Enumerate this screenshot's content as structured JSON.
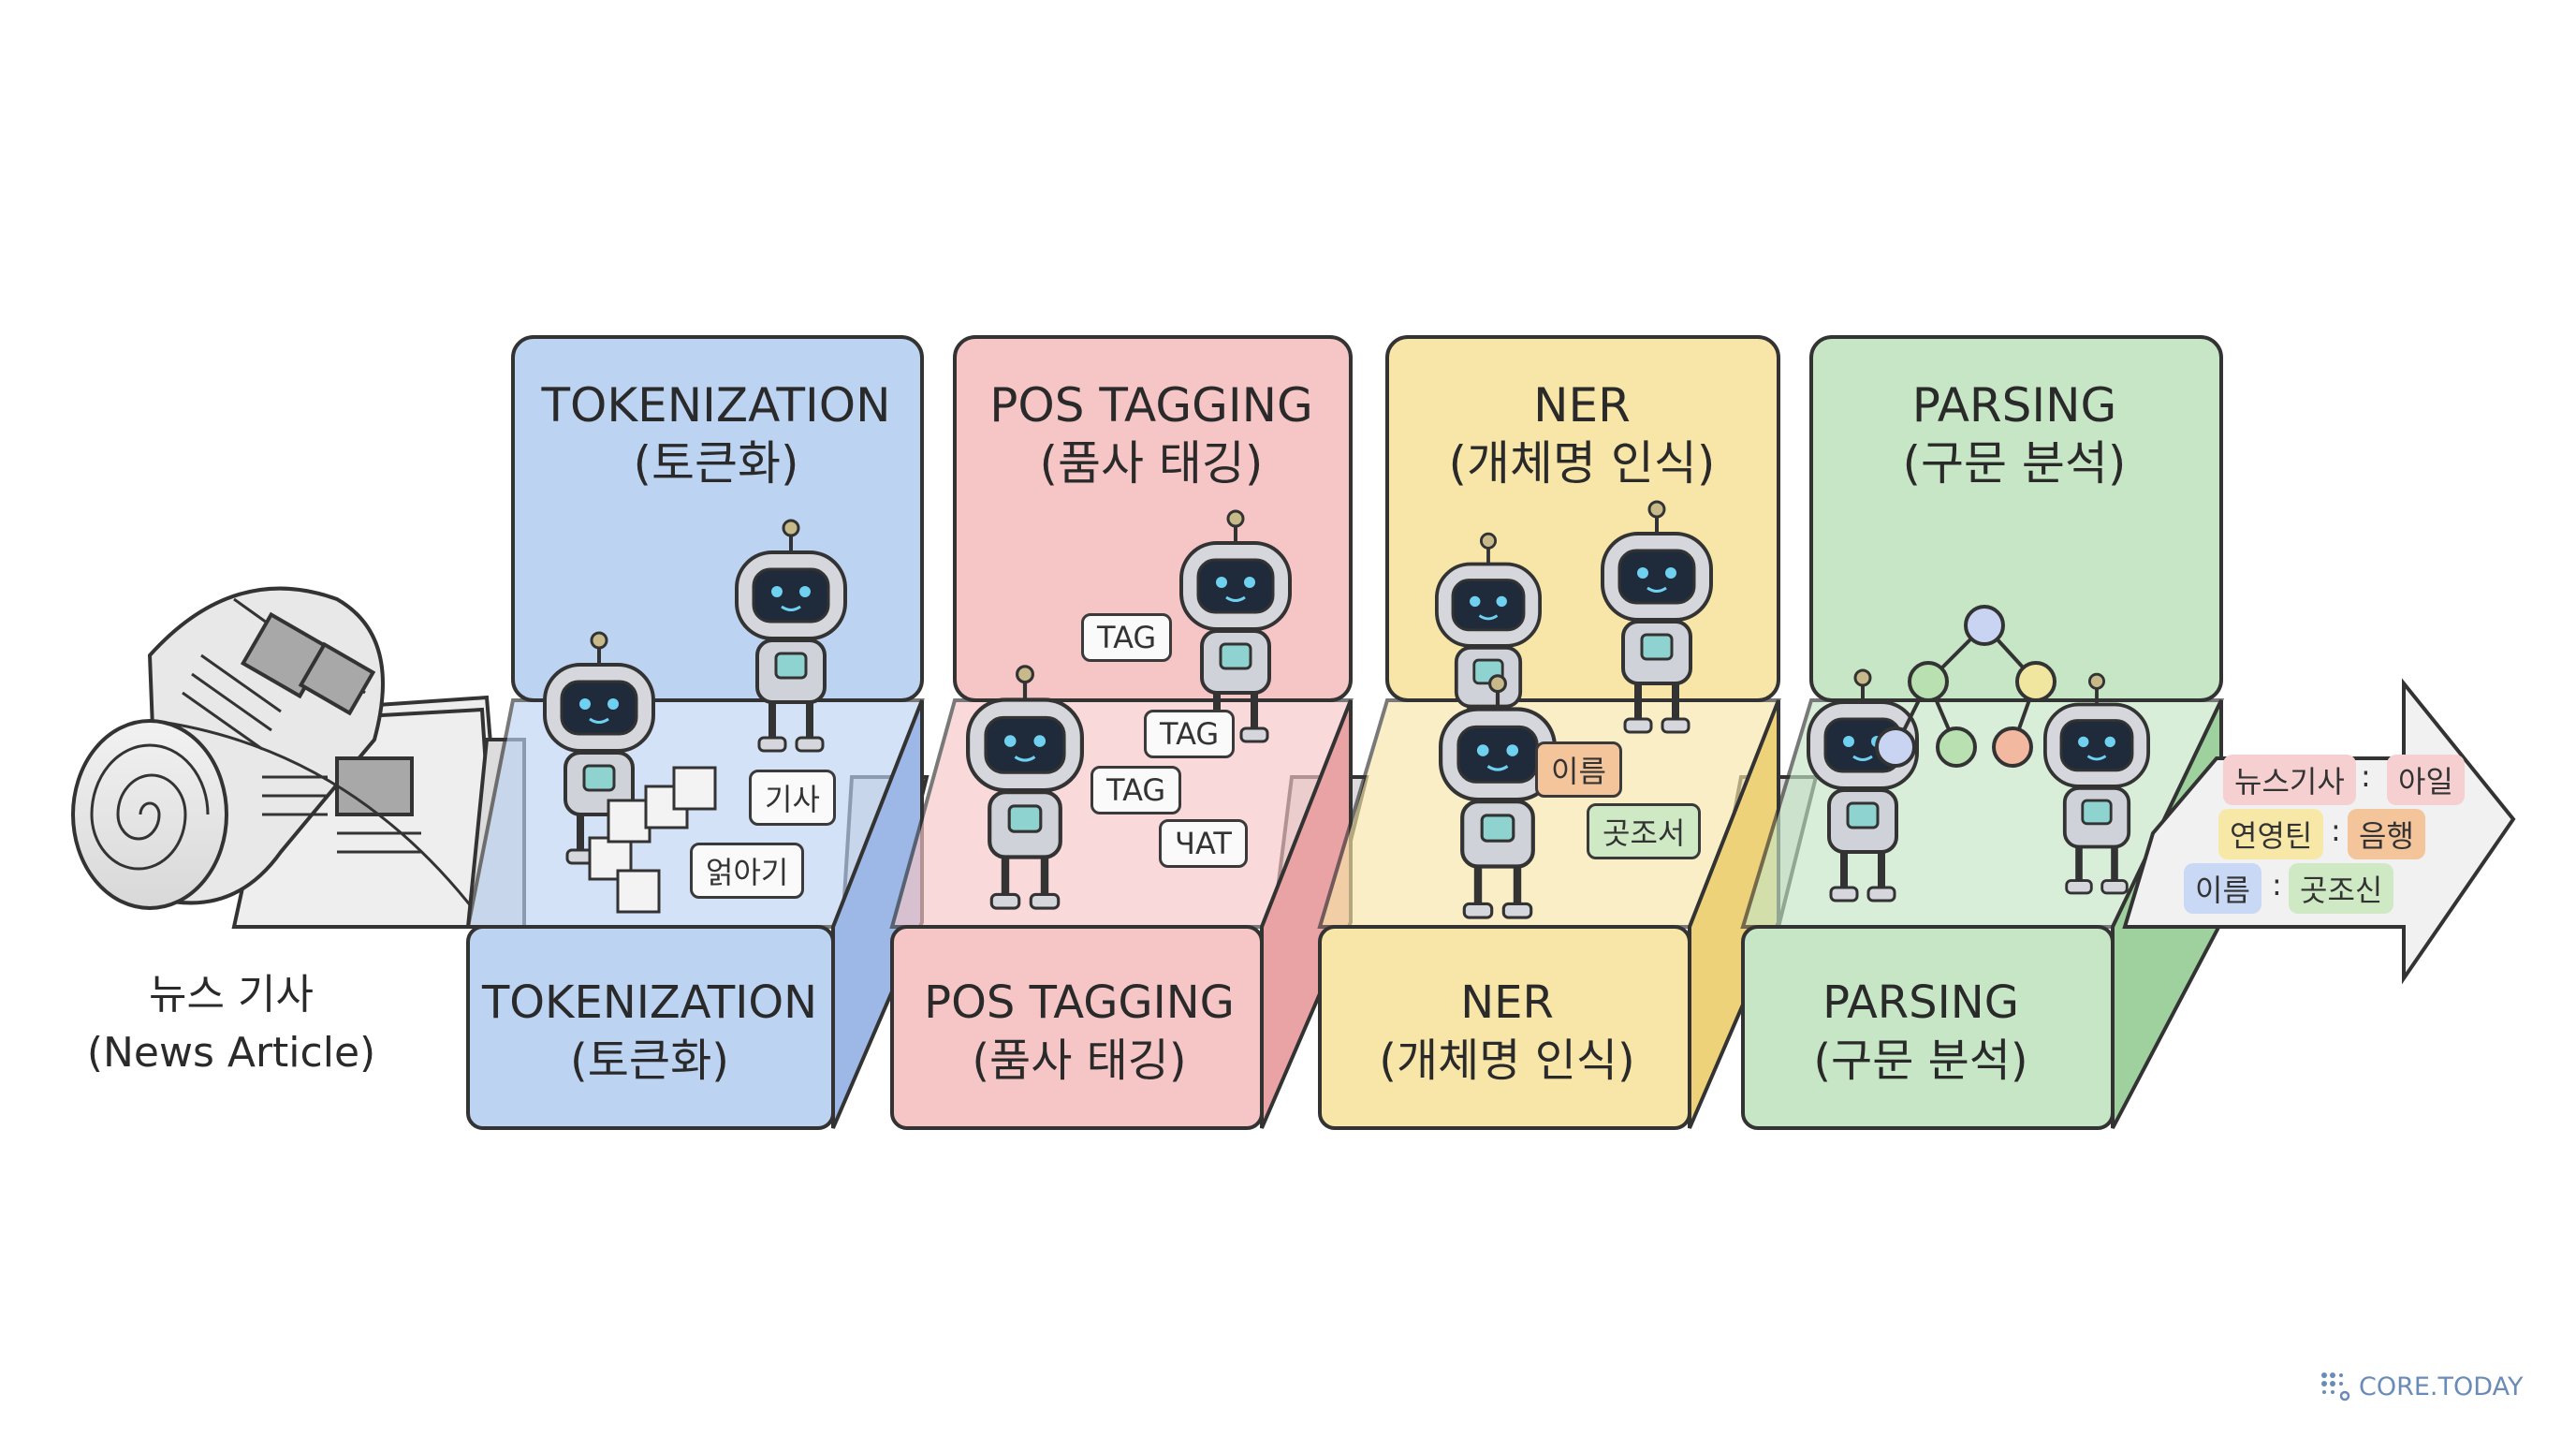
{
  "source": {
    "label_ko": "뉴스 기사",
    "label_en": "(News Article)"
  },
  "stages": [
    {
      "id": "tokenization",
      "title": "TOKENIZATION",
      "subtitle": "(토큰화)",
      "color": "#bcd3f2",
      "dark": "#9db8e6",
      "tags": [
        "기사",
        "얽아기"
      ]
    },
    {
      "id": "pos",
      "title": "POS TAGGING",
      "subtitle": "(품사 태깅)",
      "color": "#f6c6c6",
      "dark": "#e9a3a4",
      "tags": [
        "TAG",
        "TAG",
        "TAG",
        "ЧAT"
      ]
    },
    {
      "id": "ner",
      "title": "NER",
      "subtitle": "(개체명 인식)",
      "color": "#f8e6a8",
      "dark": "#eed27a",
      "tags": [
        "이름",
        "곳조서"
      ]
    },
    {
      "id": "parsing",
      "title": "PARSING",
      "subtitle": "(구문 분석)",
      "color": "#c6e6c6",
      "dark": "#9fd19f",
      "tags": []
    }
  ],
  "output": [
    {
      "left": "뉴스기사",
      "sep": ":",
      "right": "아일"
    },
    {
      "left": "연영틴",
      "sep": ":",
      "right": "음행"
    },
    {
      "left": "이름",
      "sep": ":",
      "right": "곳조신"
    }
  ],
  "logo": {
    "text": "CORE.TODAY",
    "accent": "#6a8bb8"
  }
}
